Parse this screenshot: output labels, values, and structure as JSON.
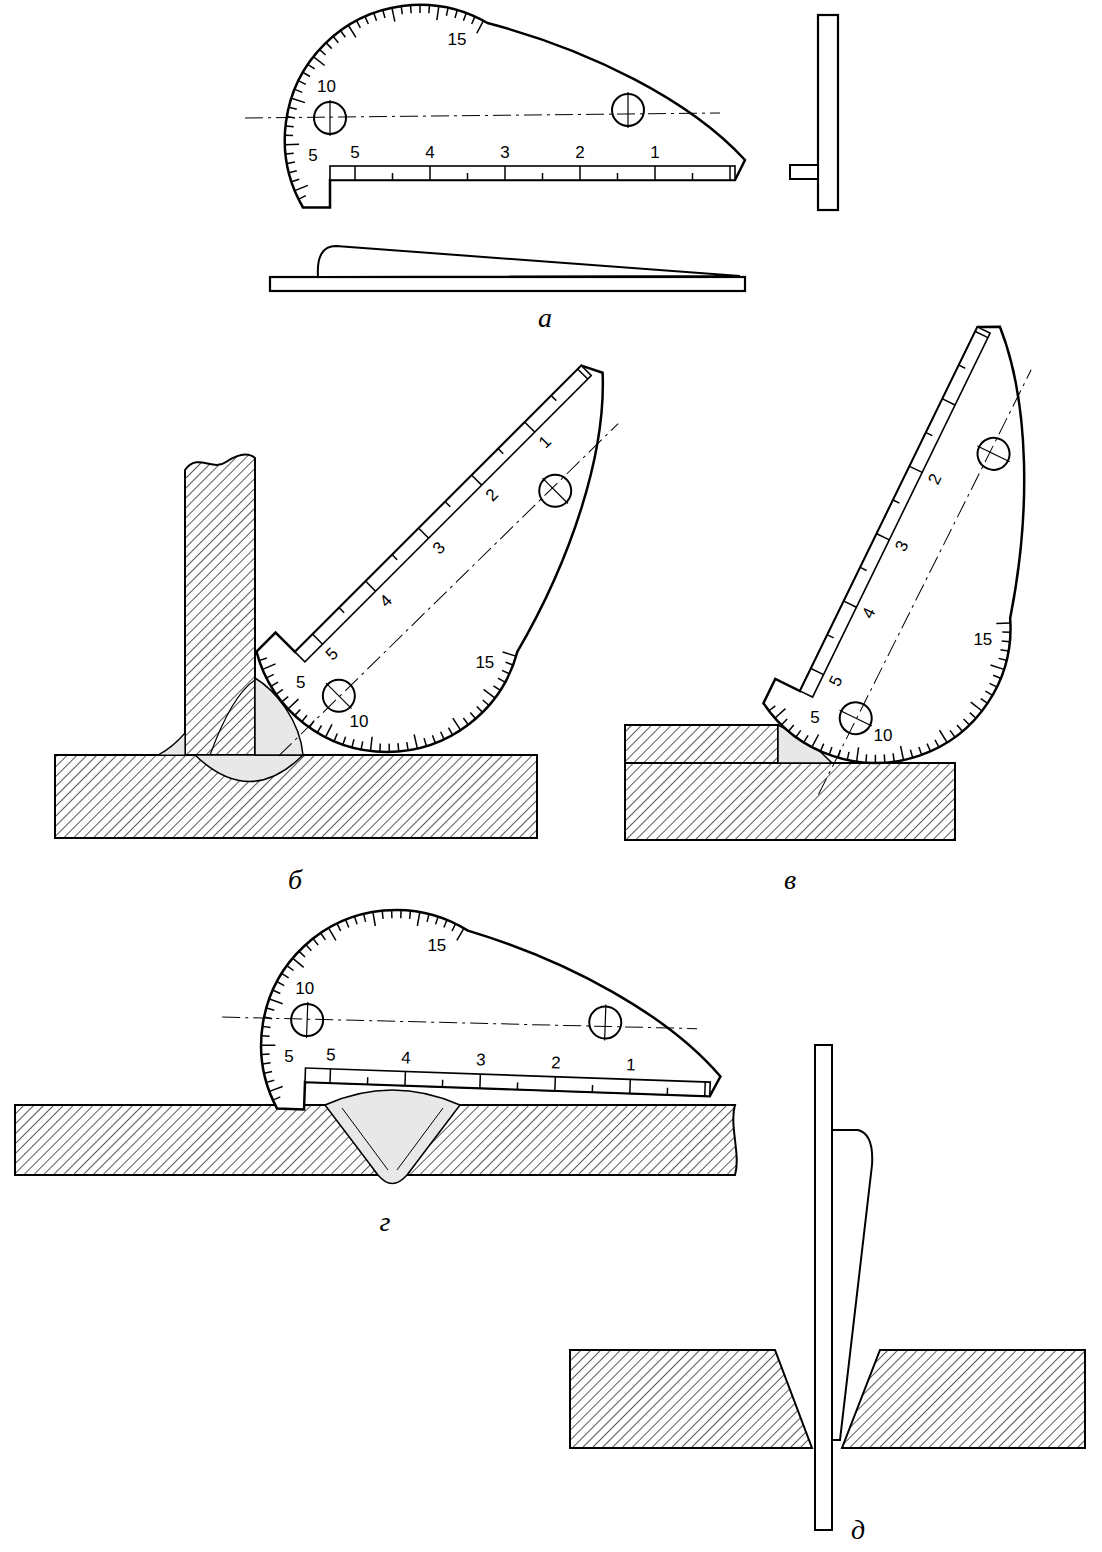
{
  "diagram": {
    "labels": [
      "10",
      "15",
      "5",
      "5",
      "4",
      "3",
      "2",
      "1",
      "а",
      "1",
      "2",
      "3",
      "4",
      "5",
      "5",
      "10",
      "15",
      "б",
      "2",
      "3",
      "4",
      "5",
      "15",
      "5",
      "10",
      "в",
      "10",
      "15",
      "5",
      "5",
      "4",
      "3",
      "2",
      "1",
      "г",
      "д"
    ]
  }
}
